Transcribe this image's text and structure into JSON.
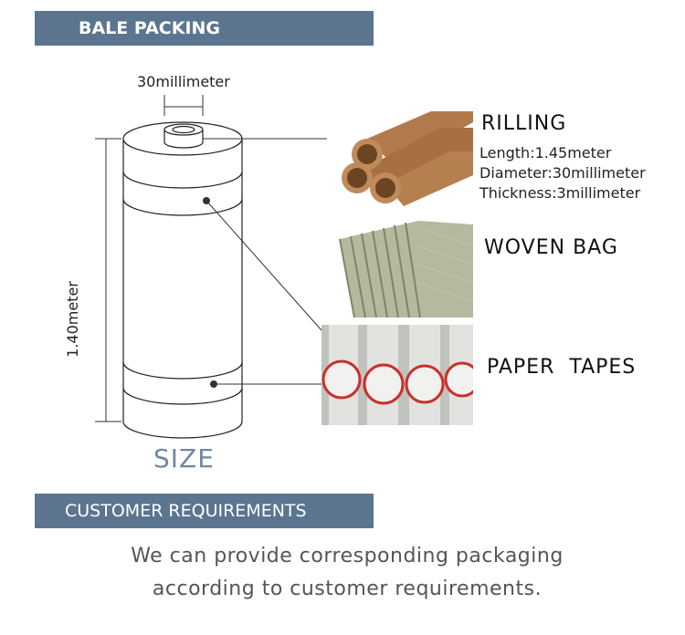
{
  "sections": {
    "bale_packing": "BALE PACKING",
    "customer_requirements": "CUSTOMER REQUIREMENTS"
  },
  "diagram": {
    "top_dimension": "30millimeter",
    "side_dimension": "1.40meter",
    "size_label": "SIZE"
  },
  "items": {
    "rilling": {
      "title": "RILLING",
      "specs": [
        "Length:1.45meter",
        "Diameter:30millimeter",
        "Thickness:3millimeter"
      ]
    },
    "woven_bag": {
      "title": "WOVEN BAG"
    },
    "paper_tapes": {
      "title": "PAPER  TAPES"
    }
  },
  "description": {
    "line1": "We can provide corresponding packaging",
    "line2": "according to customer requirements."
  },
  "colors": {
    "banner": "#5b7591",
    "size_label": "#6f87a3",
    "tube_brown": "#b07a4c",
    "bag_green": "#a7ad8c",
    "tape_red": "#c8302b"
  }
}
